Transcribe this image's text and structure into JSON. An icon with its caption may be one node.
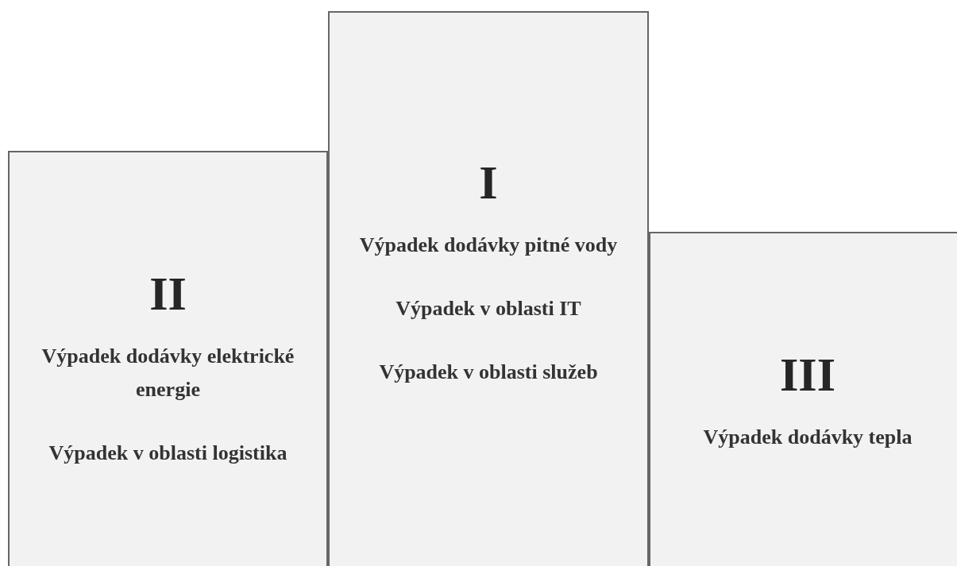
{
  "diagram": {
    "nodes": [
      {
        "text": [
          "II",
          "Výpadek dodávky elektrické energie",
          "Výpadek v oblasti logistika"
        ]
      },
      {
        "text": [
          "I",
          "Výpadek dodávky pitné vody",
          "Výpadek v oblasti IT",
          "Výpadek v oblasti služeb"
        ]
      },
      {
        "text": [
          "III",
          "Výpadek dodávky tepla"
        ]
      }
    ]
  }
}
